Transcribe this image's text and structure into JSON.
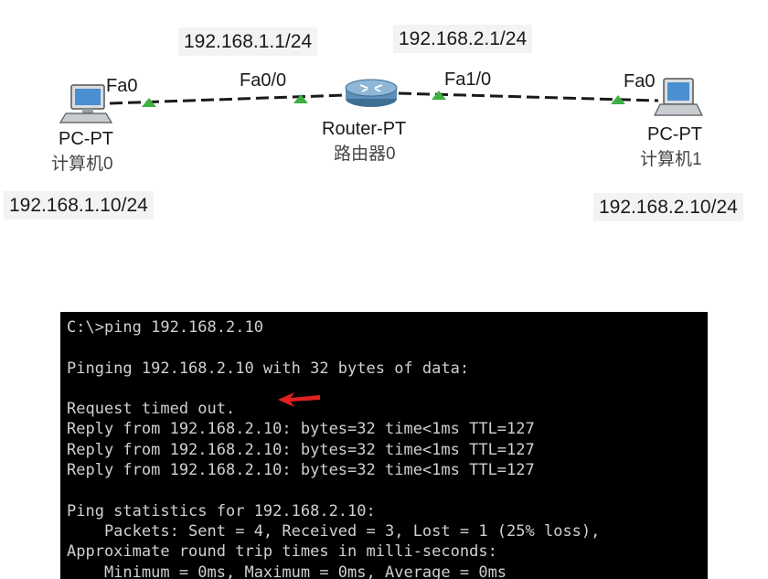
{
  "topology": {
    "pc0": {
      "type": "PC-PT",
      "name": "计算机0",
      "port": "Fa0",
      "ip": "192.168.1.10/24"
    },
    "router": {
      "type": "Router-PT",
      "name": "路由器0",
      "port_left": "Fa0/0",
      "port_right": "Fa1/0",
      "ip_left": "192.168.1.1/24",
      "ip_right": "192.168.2.1/24"
    },
    "pc1": {
      "type": "PC-PT",
      "name": "计算机1",
      "port": "Fa0",
      "ip": "192.168.2.10/24"
    },
    "colors": {
      "link": "#1a1a1a",
      "link_up": "#3cb043",
      "screen": "#4a8fd1",
      "arrow": "#e02020"
    }
  },
  "terminal": {
    "lines": [
      "C:\\>ping 192.168.2.10",
      "",
      "Pinging 192.168.2.10 with 32 bytes of data:",
      "",
      "Request timed out.",
      "Reply from 192.168.2.10: bytes=32 time<1ms TTL=127",
      "Reply from 192.168.2.10: bytes=32 time<1ms TTL=127",
      "Reply from 192.168.2.10: bytes=32 time<1ms TTL=127",
      "",
      "Ping statistics for 192.168.2.10:",
      "    Packets: Sent = 4, Received = 3, Lost = 1 (25% loss),",
      "Approximate round trip times in milli-seconds:",
      "    Minimum = 0ms, Maximum = 0ms, Average = 0ms"
    ]
  }
}
